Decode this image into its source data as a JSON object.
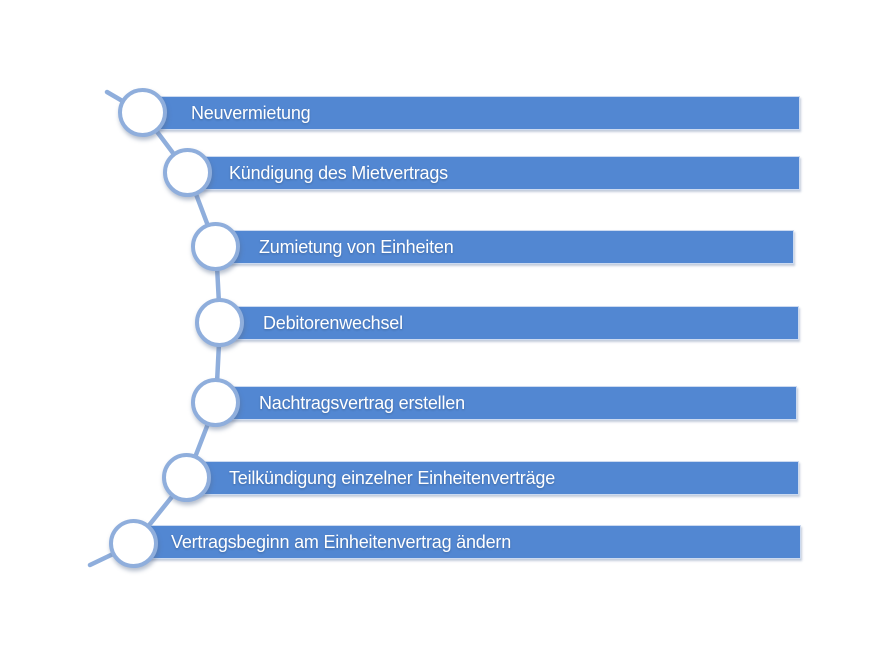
{
  "diagram": {
    "type": "vertical-curved-list",
    "items": [
      {
        "label": "Neuvermietung"
      },
      {
        "label": "Kündigung des Mietvertrags"
      },
      {
        "label": "Zumietung von Einheiten"
      },
      {
        "label": "Debitorenwechsel"
      },
      {
        "label": "Nachtragsvertrag erstellen"
      },
      {
        "label": "Teilkündigung einzelner Einheitenverträge"
      },
      {
        "label": "Vertragsbeginn am Einheitenvertrag ändern"
      }
    ],
    "colors": {
      "background": "#FFFFFF",
      "bar_fill": "#5287D2",
      "bar_border": "#CCDAF0",
      "connector": "#8FAEDC",
      "node_fill": "#FFFFFF",
      "node_border": "#8FAEDC",
      "label_text": "#FFFFFF"
    }
  }
}
